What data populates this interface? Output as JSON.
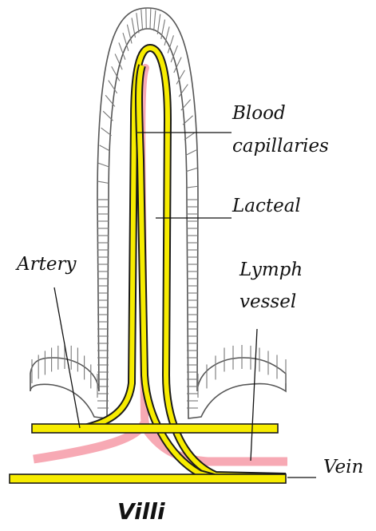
{
  "labels": {
    "blood_capillaries_1": "Blood",
    "blood_capillaries_2": "capillaries",
    "lacteal": "Lacteal",
    "artery": "Artery",
    "lymph_vessel_1": "Lymph",
    "lymph_vessel_2": "vessel",
    "vein": "Vein"
  },
  "title": "Villi",
  "colors": {
    "outline": "#111111",
    "epithelium_fill": "#ffffff",
    "epithelium_stroke": "#666666",
    "capillary_yellow": "#f7ec00",
    "capillary_edge": "#1a1a1a",
    "lacteal_pink": "#f7a9b4"
  }
}
